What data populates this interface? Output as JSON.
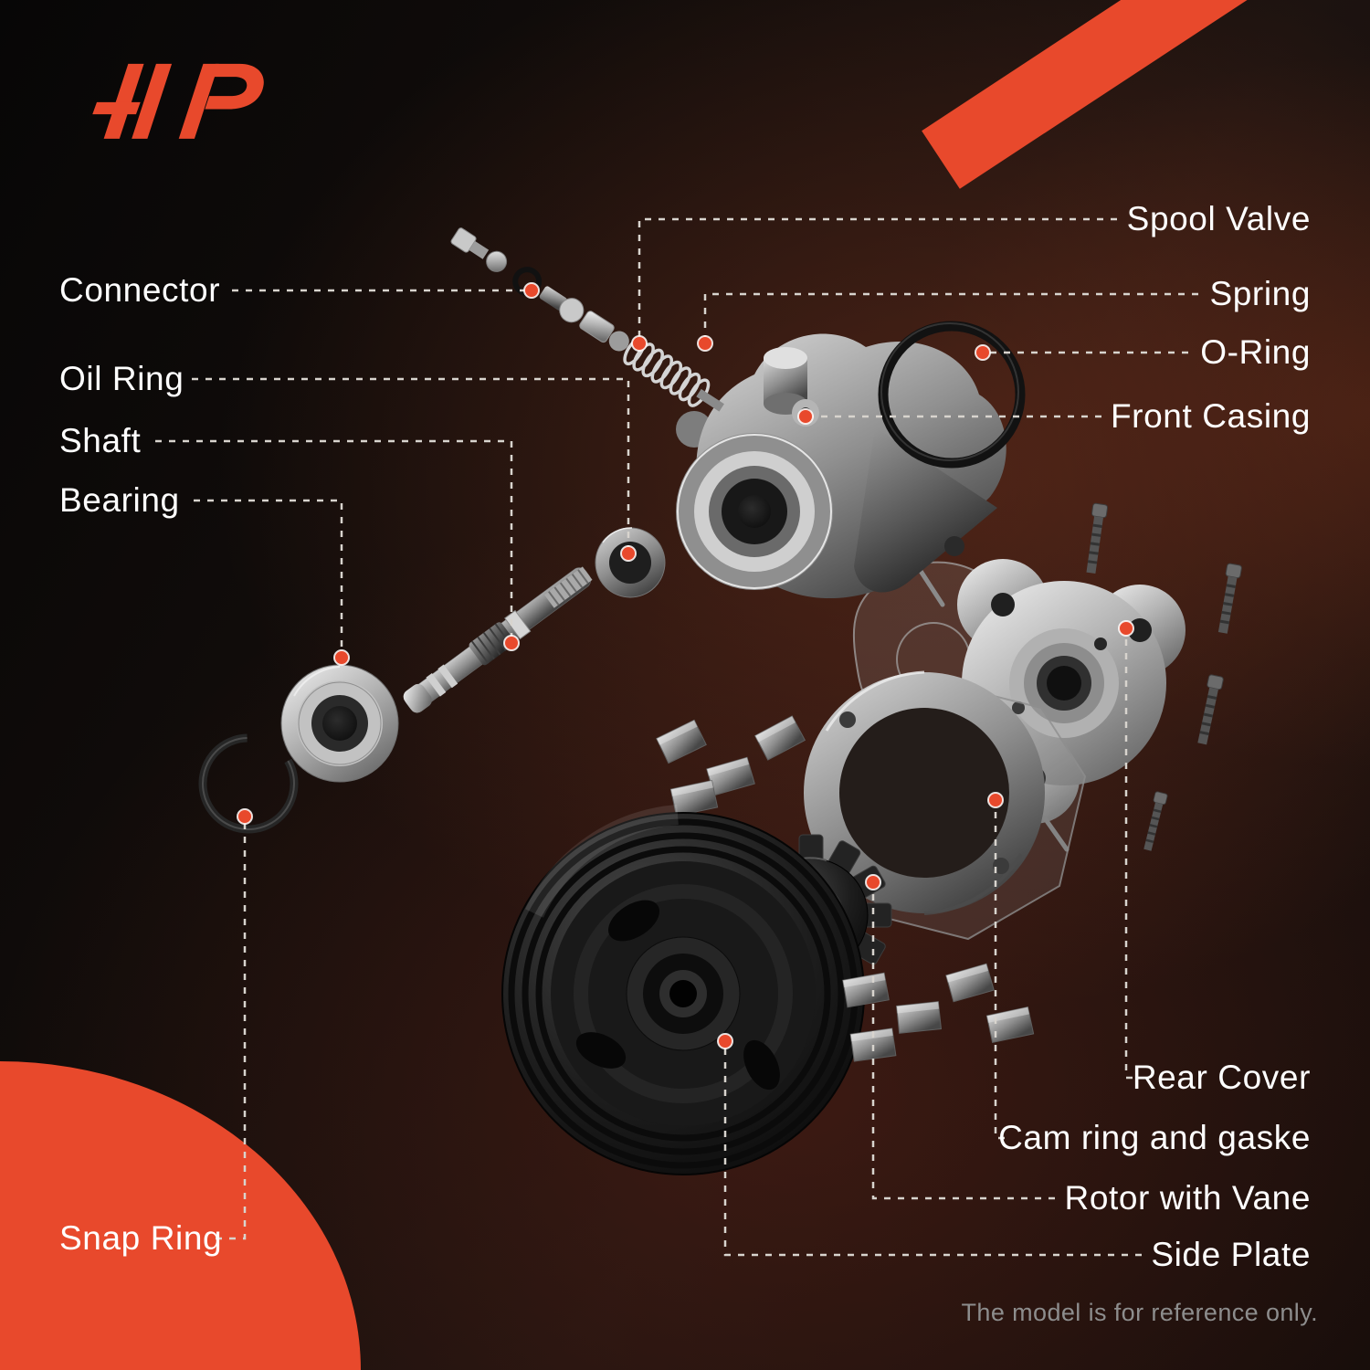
{
  "logo": {
    "alt": "AP"
  },
  "labels": {
    "spool_valve": "Spool Valve",
    "connector": "Connector",
    "spring": "Spring",
    "o_ring": "O-Ring",
    "front_casing": "Front Casing",
    "oil_ring": "Oil Ring",
    "shaft": "Shaft",
    "bearing": "Bearing",
    "snap_ring": "Snap Ring",
    "rear_cover": "Rear Cover",
    "cam_ring_gasket": "Cam ring and gaske",
    "rotor_with_vane": "Rotor with Vane",
    "side_plate": "Side Plate"
  },
  "footer": {
    "disclaimer": "The model is for reference only."
  },
  "colors": {
    "accent": "#e8492c",
    "label_text": "#ffffff",
    "leader_line": "#d8d4ce",
    "muted_text": "#8d8d8d",
    "background": "#120d0b"
  }
}
